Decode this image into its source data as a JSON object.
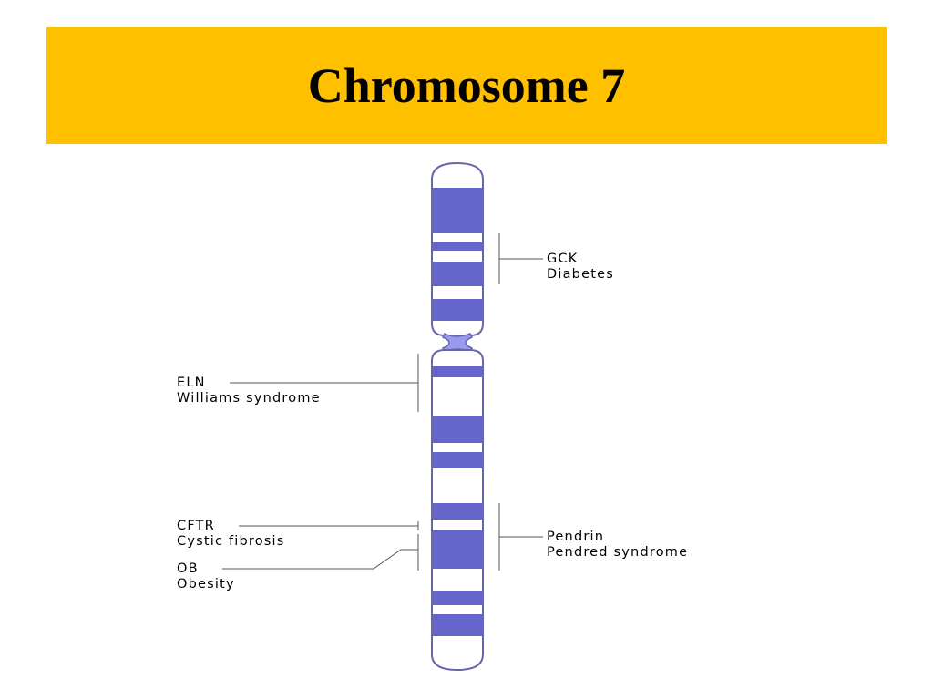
{
  "slide": {
    "title": "Chromosome 7"
  },
  "colors": {
    "title_background": "#FFC000",
    "band_dark": "#6666CC",
    "band_light": "#FFFFFF",
    "centromere": "#9999EE",
    "outline": "#6666AA"
  },
  "annotations": [
    {
      "id": "gck",
      "gene": "GCK",
      "disease": "Diabetes",
      "side": "right"
    },
    {
      "id": "eln",
      "gene": "ELN",
      "disease": "Williams syndrome",
      "side": "left"
    },
    {
      "id": "cftr",
      "gene": "CFTR",
      "disease": "Cystic fibrosis",
      "side": "left"
    },
    {
      "id": "ob",
      "gene": "OB",
      "disease": "Obesity",
      "side": "left"
    },
    {
      "id": "pendrin",
      "gene": "Pendrin",
      "disease": "Pendred syndrome",
      "side": "right"
    }
  ]
}
